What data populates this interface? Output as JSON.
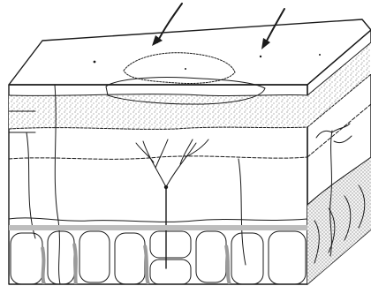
{
  "figure": {
    "subject": "tissue-block-cross-section",
    "labels": [],
    "colors": {
      "ink": "#1a1a1a",
      "paper": "#ffffff",
      "stipple": "#4a4a4a",
      "shade": "#d9d9d9"
    },
    "parts": [
      "top-surface",
      "front-face",
      "right-face",
      "pointer-arrow-left",
      "pointer-arrow-right",
      "lesion-outline",
      "stippled-layer",
      "dendritic-cell",
      "right-nerve-branch",
      "cell-cluster-base"
    ]
  }
}
